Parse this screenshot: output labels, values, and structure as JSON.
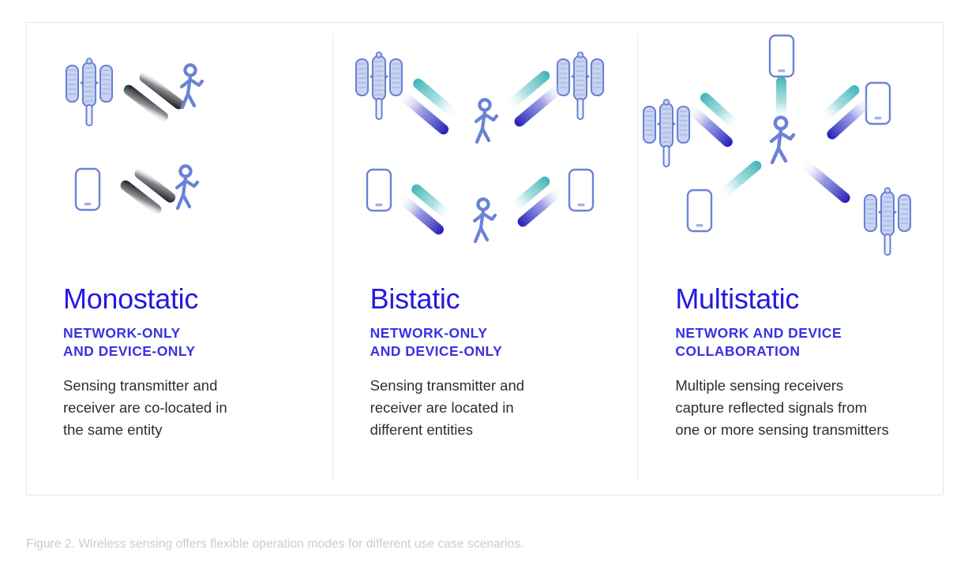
{
  "figure": {
    "caption": "Figure 2. Wireless sensing offers flexible operation modes for different use case scenarios."
  },
  "colors": {
    "title_blue": "#2419e0",
    "subtitle_blue": "#3a31e3",
    "body_gray": "#2b2f33",
    "caption_gray": "#c9ccd4",
    "card_border": "#e3e5e8",
    "divider": "#e9ebee",
    "icon_stroke": "#6a82d6",
    "icon_fill": "#c6d2ef",
    "beam_teal": "#49b8b8",
    "beam_blue": "#2a1fb8",
    "beam_dark": "#101418"
  },
  "columns": [
    {
      "id": "monostatic",
      "title": "Monostatic",
      "subtitle_line1": "NETWORK-ONLY",
      "subtitle_line2": "AND DEVICE-ONLY",
      "body_lines": [
        "Sensing transmitter and",
        "receiver are co-located in",
        "the same entity"
      ],
      "diagram": {
        "type": "monostatic",
        "rows": [
          {
            "source_icon": "base-station-icon",
            "beams": [
              "dark-beam-outbound",
              "dark-beam-return"
            ],
            "target_icon": "walking-person-icon"
          },
          {
            "source_icon": "smartphone-icon",
            "beams": [
              "dark-beam-outbound",
              "dark-beam-return"
            ],
            "target_icon": "walking-person-icon"
          }
        ]
      }
    },
    {
      "id": "bistatic",
      "title": "Bistatic",
      "subtitle_line1": "NETWORK-ONLY",
      "subtitle_line2": "AND DEVICE-ONLY",
      "body_lines": [
        "Sensing transmitter and",
        "receiver are located in",
        "different entities"
      ],
      "diagram": {
        "type": "bistatic",
        "rows": [
          {
            "left_icon": "base-station-icon",
            "right_icon": "base-station-icon",
            "center_icon": "walking-person-icon",
            "beams": [
              "teal-beam",
              "blue-beam",
              "teal-beam",
              "blue-beam"
            ]
          },
          {
            "left_icon": "smartphone-icon",
            "right_icon": "smartphone-icon",
            "center_icon": "walking-person-icon",
            "beams": [
              "teal-beam",
              "blue-beam",
              "teal-beam",
              "blue-beam"
            ]
          }
        ]
      }
    },
    {
      "id": "multistatic",
      "title": "Multistatic",
      "subtitle_line1": "NETWORK AND DEVICE",
      "subtitle_line2": "COLLABORATION",
      "body_lines": [
        "Multiple sensing receivers",
        "capture reflected signals from",
        "one or more sensing transmitters"
      ],
      "diagram": {
        "type": "multistatic",
        "center_icon": "walking-person-icon",
        "nodes": [
          {
            "icon": "base-station-icon",
            "position": "upper-left"
          },
          {
            "icon": "smartphone-icon",
            "position": "top"
          },
          {
            "icon": "smartphone-icon",
            "position": "right"
          },
          {
            "icon": "base-station-icon",
            "position": "lower-right"
          },
          {
            "icon": "smartphone-icon",
            "position": "lower-left"
          }
        ],
        "beams": [
          "teal-beam",
          "blue-beam",
          "teal-beam",
          "blue-beam",
          "teal-beam",
          "blue-beam"
        ]
      }
    }
  ]
}
